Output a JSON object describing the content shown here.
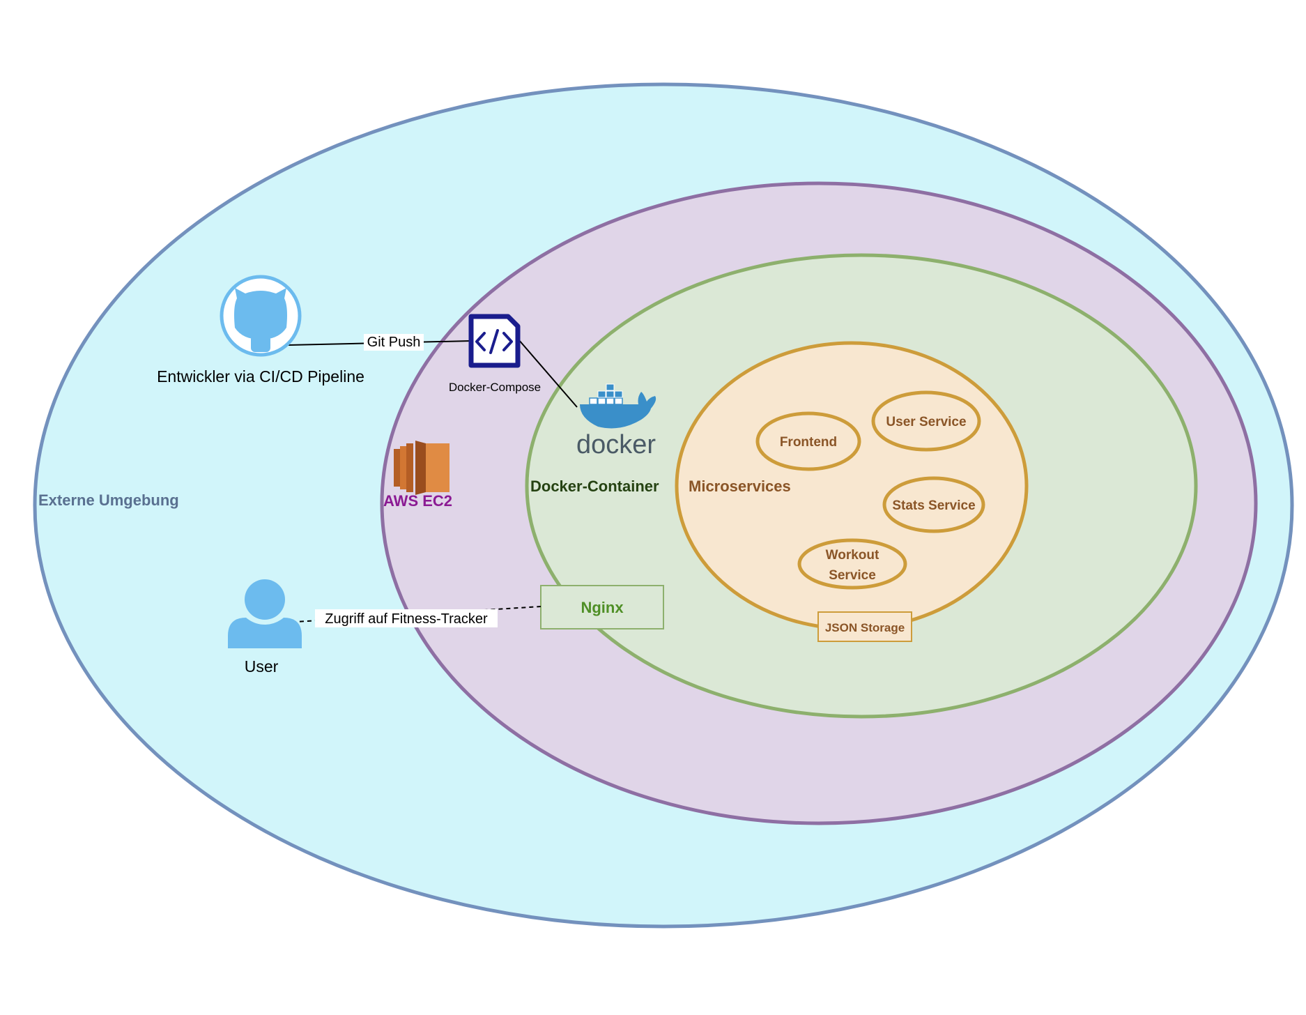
{
  "zones": {
    "external": "Externe Umgebung",
    "aws": "AWS EC2",
    "docker_container": "Docker-Container",
    "microservices": "Microservices"
  },
  "actors": {
    "developer": "Entwickler via CI/CD Pipeline",
    "user": "User"
  },
  "components": {
    "compose": "Docker-Compose",
    "docker_logo": "docker",
    "nginx": "Nginx",
    "json_storage": "JSON Storage"
  },
  "services": {
    "frontend": "Frontend",
    "user_service": "User Service",
    "stats_service": "Stats Service",
    "workout_line1": "Workout",
    "workout_line2": "Service"
  },
  "edges": {
    "git_push": "Git Push",
    "user_access": "Zugriff auf Fitness-Tracker"
  },
  "icons": {
    "developer": "github-icon",
    "compose": "code-file-icon",
    "docker": "docker-whale-icon",
    "aws": "aws-ec2-icon",
    "user": "user-icon"
  },
  "colors": {
    "external_fill": "#d1f5fa",
    "external_stroke": "#7391bd",
    "external_text": "#597090",
    "aws_fill": "#e0d5e8",
    "aws_stroke": "#8e6fa3",
    "aws_text": "#8b1a93",
    "docker_fill": "#dbe8d6",
    "docker_stroke": "#8db06d",
    "docker_text": "#254212",
    "micro_fill": "#f8e7d0",
    "micro_stroke": "#cd9c3a",
    "micro_text": "#8a5527",
    "nginx_text": "#4f8f26",
    "icon_blue": "#6cbbee",
    "compose_blue": "#1a1d8d"
  }
}
